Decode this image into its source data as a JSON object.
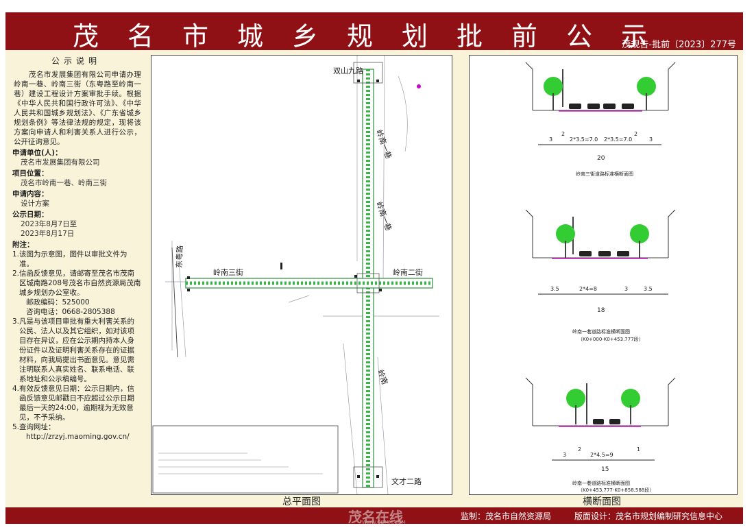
{
  "header": {
    "title": "茂名市城乡规划批前公示",
    "doc_number": "茂规告-批前〔2023〕277号"
  },
  "notice": {
    "heading": "公示说明",
    "intro": "茂名市发展集团有限公司申请办理岭南一巷、岭南三街（东粤路至岭南一巷）建设工程设计方案审批手续。根据《中华人民共和国行政许可法》、《中华人民共和国城乡规划法》、《广东省城乡规划条例》等法律法规的规定，现将该方案向申请人和利害关系人进行公示，公开征询意见。",
    "applicant_label": "申请单位(人)：",
    "applicant": "茂名市发展集团有限公司",
    "location_label": "项目位置：",
    "location": "茂名市岭南一巷、岭南三街",
    "content_label": "申请内容：",
    "content": "设计方案",
    "date_label": "公示日期：",
    "date_start": "2023年8月7日至",
    "date_end": "2023年8月17日",
    "notes_label": "附注：",
    "note1": "1.该图为示意图，图件以审批文件为准。",
    "note2": "2.信函反馈意见，请邮寄至茂名市茂南区城南路208号茂名市自然资源局茂南城乡规划办公室收。",
    "postcode": "邮政编码：525000",
    "phone": "咨询电话：0668-2805388",
    "note3": "3.凡是与该项目审批有重大利害关系的公民、法人以及其它组织，如对该项目存在异议，应在公示期内持本人身份证件以及证明利害关系存在的证据材料，向我局提出书面意见。意见需注明联系人真实姓名、联系电话、联系地址和公示稿编号。",
    "note4": "4.有效反馈意见日期：公示日期内，信函反馈意见邮戳日不应超过公示日期最后一天的24:00，逾期视为无效意见，不予采纳。",
    "note5": "5.查询网址：",
    "url": "http://zrzyj.maoming.gov.cn/"
  },
  "plan_map": {
    "road_shuangshan": "双山九路",
    "road_dongyue": "东粤路",
    "road_lingnan3": "岭南三街",
    "road_lingnan2": "岭南二街",
    "road_wencai": "文才二路",
    "road_lingnan_n1": "岭南一巷",
    "road_lingnan_n2": "岭南一巷",
    "road_lingnan_s": "岭南",
    "caption": "总平面图"
  },
  "sections": {
    "s1_dims": [
      "3",
      "2",
      "2*3.5=7.0",
      "2*3.5=7.0",
      "2",
      "3"
    ],
    "s1_total": "20",
    "s1_title": "岭南三街道路标准横断面图",
    "s2_dims": [
      "3.5",
      "2*4=8",
      "3",
      "3.5"
    ],
    "s2_total": "18",
    "s2_title": "岭南一巷道路标准横断面图",
    "s2_range": "（K0+000-K0+453.777段）",
    "s3_dims": [
      "3",
      "2",
      "2*4.5=9",
      "1"
    ],
    "s3_total": "15",
    "s3_title": "岭南一巷道路标准横断面图",
    "s3_range": "（K0+453.777-K0+858.588段）",
    "caption": "横断面图"
  },
  "footer": {
    "supervisor": "监制：茂名市自然资源局",
    "designer": "版面设计：茂名市规划编制研究信息中心",
    "watermark": "茂名在线",
    "watermark_url": "WWW.GDMM.COM"
  },
  "colors": {
    "header_red": "#8f1116",
    "panel_cream": "#f8f3d9",
    "road_green": "#39b54a",
    "tree_green": "#33cc33"
  }
}
